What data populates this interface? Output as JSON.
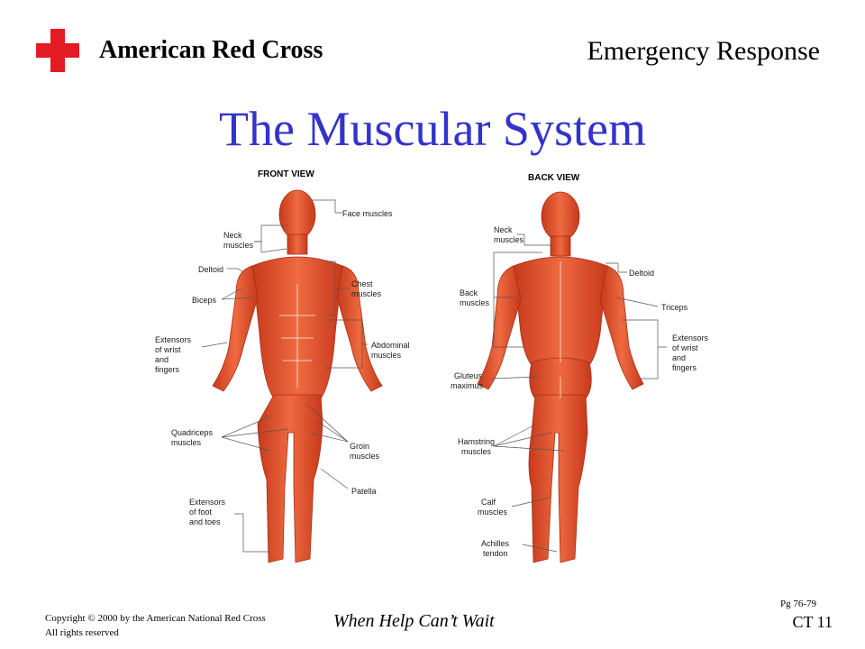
{
  "header": {
    "org_name": "American Red Cross",
    "course": "Emergency Response"
  },
  "colors": {
    "brand_red": "#e31b23",
    "title_blue": "#3333cc",
    "muscle": "#e0502a"
  },
  "slide": {
    "title": "The Muscular System"
  },
  "figure": {
    "front_view": {
      "heading": "FRONT VIEW",
      "labels": {
        "face": "Face muscles",
        "neck": [
          "Neck",
          "muscles"
        ],
        "deltoid": "Deltoid",
        "biceps": "Biceps",
        "chest": [
          "Chest",
          "muscles"
        ],
        "extensors_wrist": [
          "Extensors",
          "of wrist",
          "and",
          "fingers"
        ],
        "abdominal": [
          "Abdominal",
          "muscles"
        ],
        "quadriceps": [
          "Quadriceps",
          "muscles"
        ],
        "groin": [
          "Groin",
          "muscles"
        ],
        "patella": "Patella",
        "extensors_foot": [
          "Extensors",
          "of foot",
          "and toes"
        ]
      }
    },
    "back_view": {
      "heading": "BACK VIEW",
      "labels": {
        "neck": [
          "Neck",
          "muscles"
        ],
        "deltoid": "Deltoid",
        "back": [
          "Back",
          "muscles"
        ],
        "triceps": "Triceps",
        "extensors_wrist": [
          "Extensors",
          "of wrist",
          "and",
          "fingers"
        ],
        "gluteus": [
          "Gluteus",
          "maximus"
        ],
        "hamstring": [
          "Hamstring",
          "muscles"
        ],
        "calf": [
          "Calf",
          "muscles"
        ],
        "achilles": [
          "Achilles",
          "tendon"
        ]
      }
    }
  },
  "footer": {
    "copyright_line1": "Copyright © 2000 by the American National Red Cross",
    "copyright_line2": "All rights reserved",
    "tagline": "When Help Can’t Wait",
    "page_ref": "Pg 76-79",
    "code": "CT 11"
  }
}
